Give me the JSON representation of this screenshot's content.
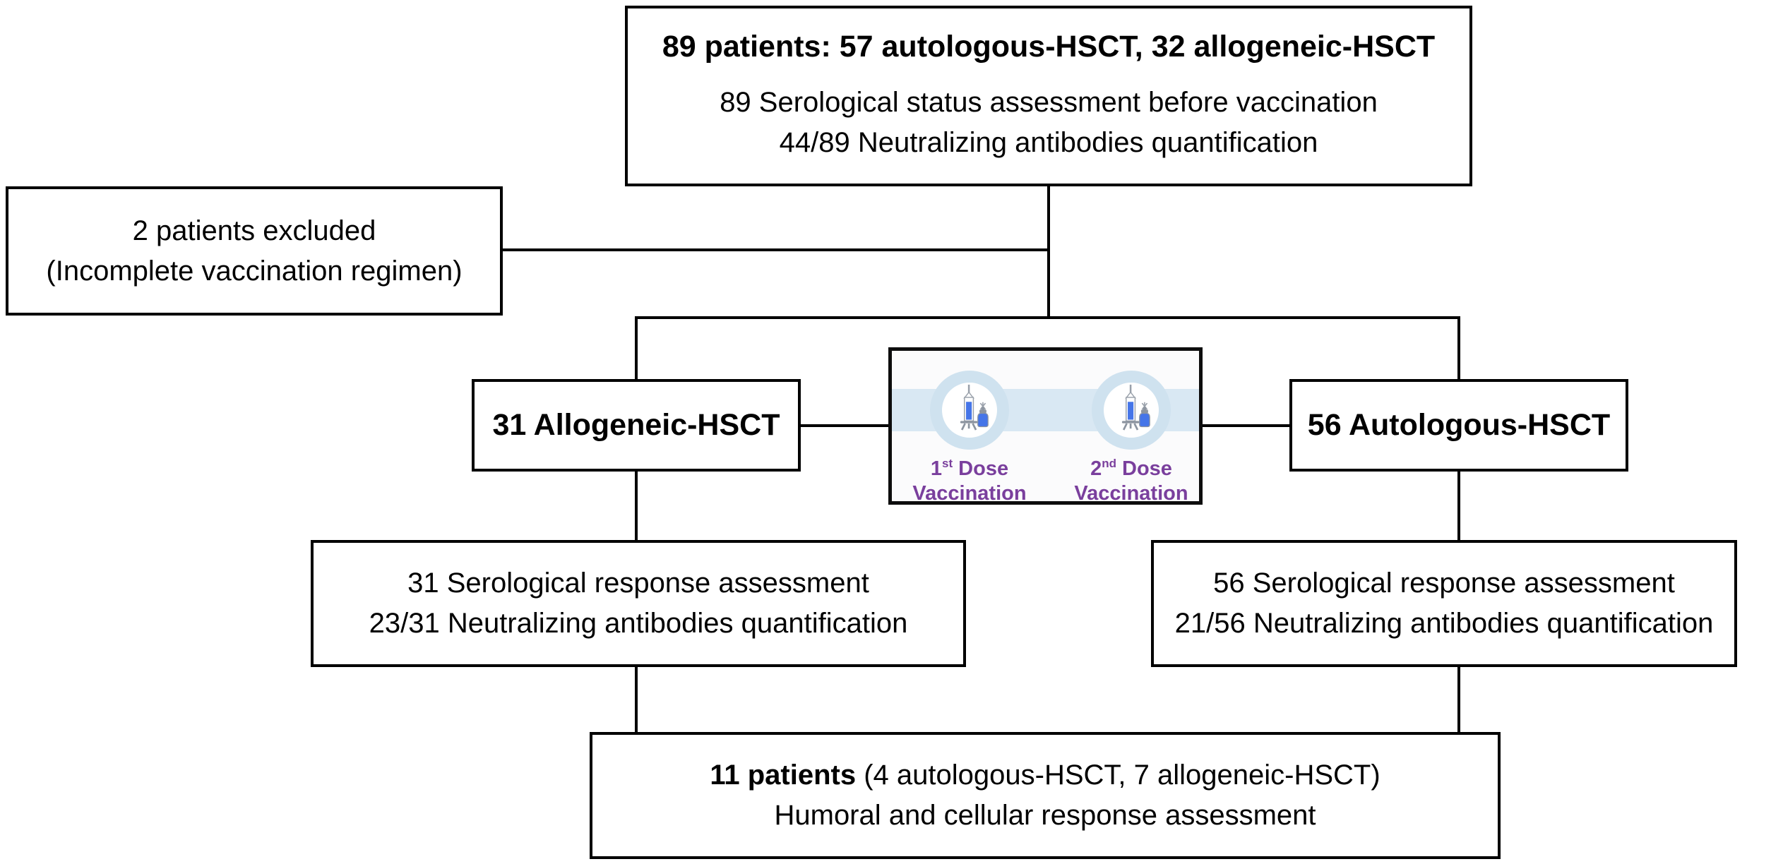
{
  "colors": {
    "line": "#000000",
    "box-border": "#000000",
    "box-bg": "#ffffff",
    "panel-bg": "#fbfbfc",
    "purple": "#7a3f9d",
    "band-blue": "#d9e8f3",
    "ring-blue": "#cfe2ef",
    "icon-blue": "#4575e8",
    "icon-gray": "#99a0aa"
  },
  "flowchart": {
    "top_box": {
      "title": "89 patients: 57 autologous-HSCT, 32 allogeneic-HSCT",
      "line1": "89 Serological status assessment before vaccination",
      "line2": "44/89 Neutralizing antibodies quantification"
    },
    "excluded_box": {
      "line1": "2 patients excluded",
      "line2": "(Incomplete vaccination regimen)"
    },
    "allogeneic_box": {
      "label": "31 Allogeneic-HSCT"
    },
    "autologous_box": {
      "label": "56 Autologous-HSCT"
    },
    "sero_allogeneic_box": {
      "line1": "31 Serological response assessment",
      "line2": "23/31 Neutralizing antibodies quantification"
    },
    "sero_autologous_box": {
      "line1": "56 Serological response assessment",
      "line2": "21/56 Neutralizing antibodies quantification"
    },
    "final_box": {
      "title_bold": "11 patients",
      "title_rest": " (4 autologous-HSCT, 7 allogeneic-HSCT)",
      "line2": "Humoral and cellular response assessment"
    },
    "vaccine_panel": {
      "dose1": {
        "number": "1",
        "ordinal": "st",
        "label": "Dose",
        "line2": "Vaccination"
      },
      "dose2": {
        "number": "2",
        "ordinal": "nd",
        "label": "Dose",
        "line2": "Vaccination"
      }
    }
  }
}
